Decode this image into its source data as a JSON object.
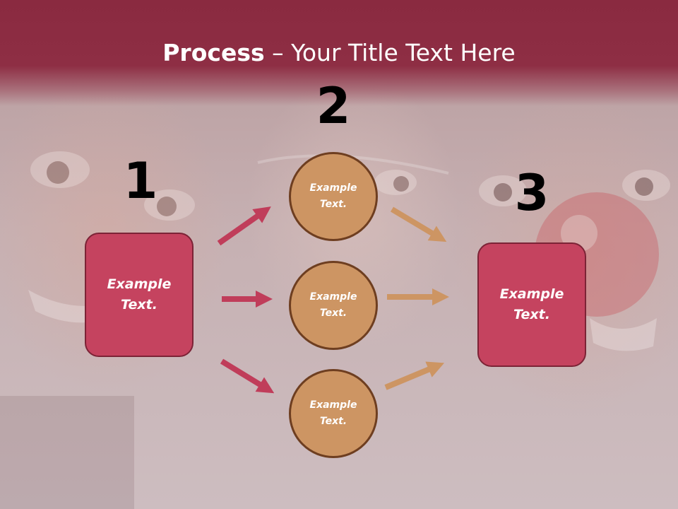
{
  "slide": {
    "title_bold": "Process",
    "title_rest": " – Your Title Text Here"
  },
  "steps": [
    {
      "number": "1"
    },
    {
      "number": "2"
    },
    {
      "number": "3"
    }
  ],
  "left_box": {
    "label": "Example\nText."
  },
  "circles": [
    {
      "label": "Example\nText."
    },
    {
      "label": "Example\nText."
    },
    {
      "label": "Example\nText."
    }
  ],
  "right_box": {
    "label": "Example\nText."
  },
  "colors": {
    "title_band": "#8a2a40",
    "box_fill": "#c5435f",
    "box_border": "#7c2336",
    "circle_fill": "#cd9563",
    "circle_border": "#6e3e20",
    "arrow_pink": "#c03d5a",
    "arrow_tan": "#cd9563"
  }
}
